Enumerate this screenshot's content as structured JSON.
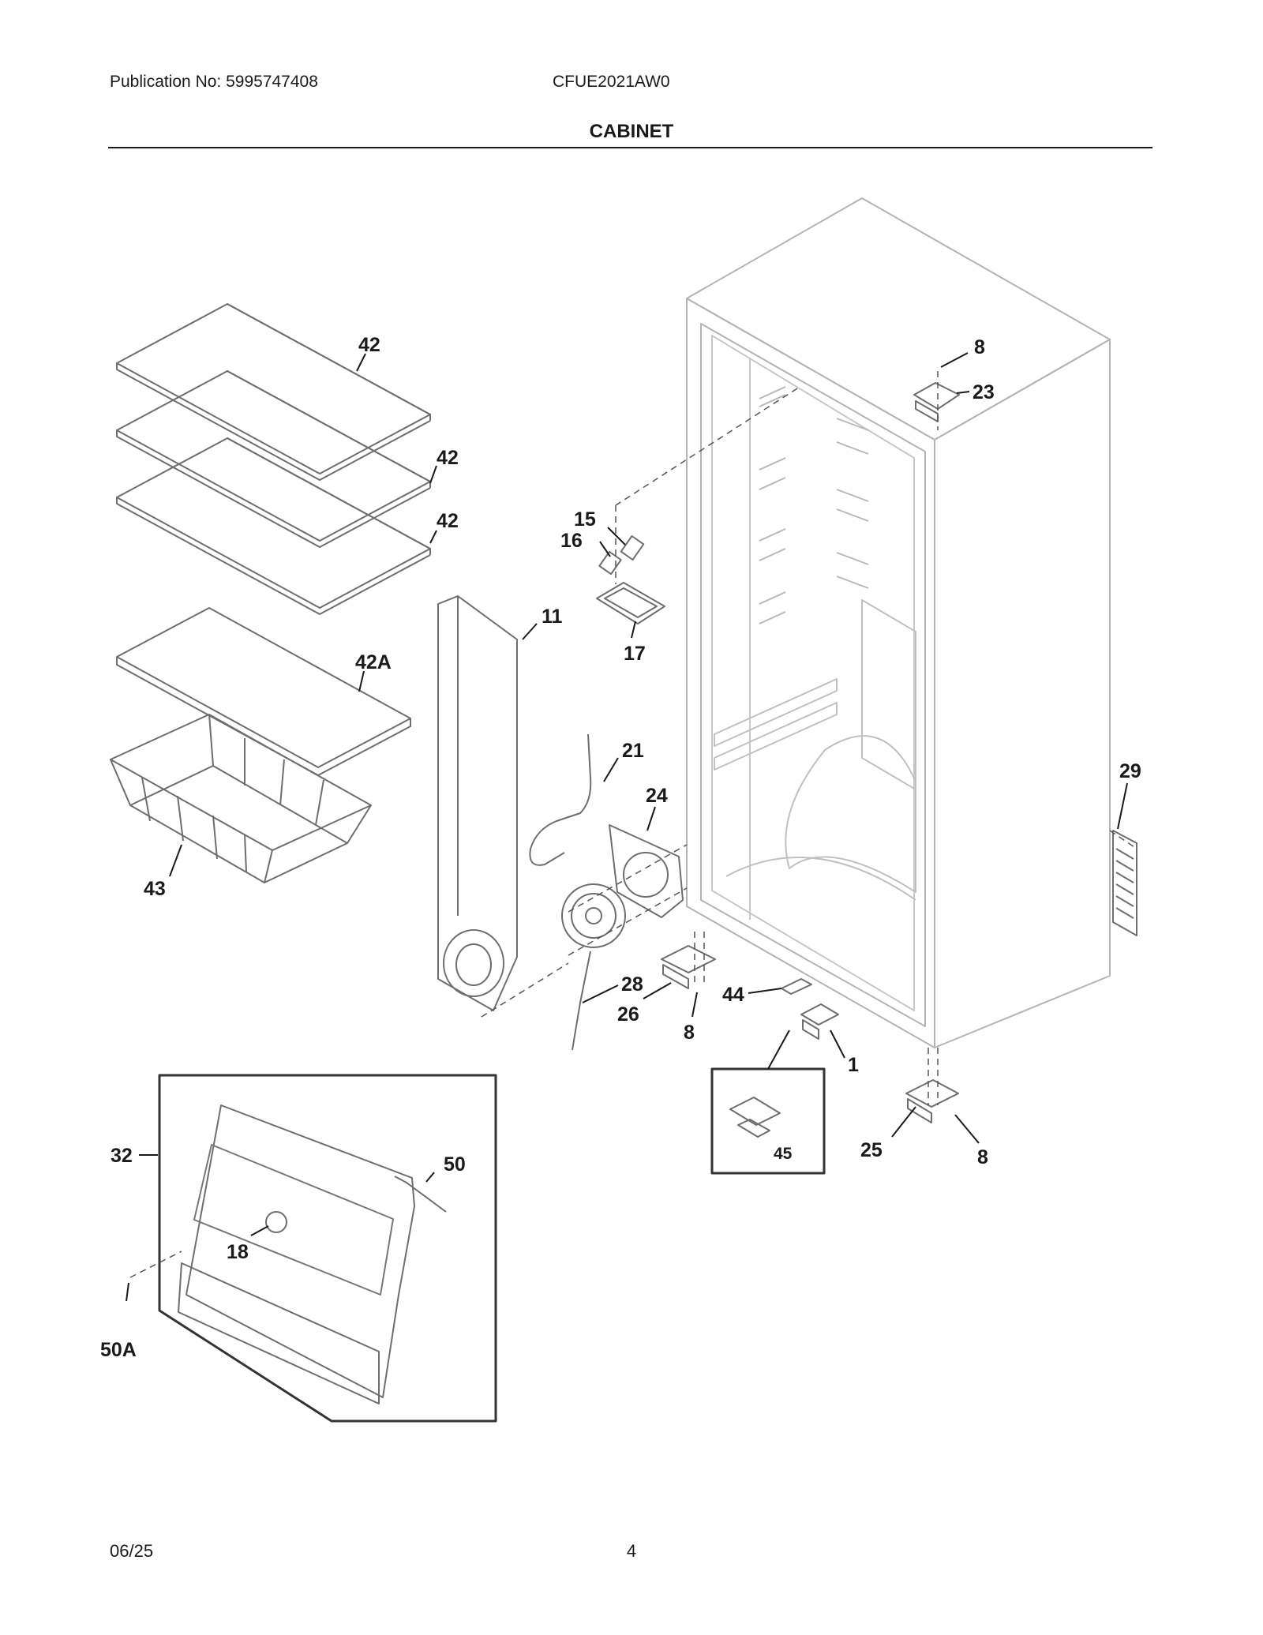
{
  "header": {
    "publication": "Publication No: 5995747408",
    "model": "CFUE2021AW0",
    "section": "CABINET"
  },
  "footer": {
    "date": "06/25",
    "page": "4"
  },
  "part_labels": {
    "p42a": "42",
    "p42b": "42",
    "p42c": "42",
    "p42A": "42A",
    "p43": "43",
    "p11": "11",
    "p15": "15",
    "p16": "16",
    "p17": "17",
    "p21": "21",
    "p24": "24",
    "p28": "28",
    "p26": "26",
    "p8a": "8",
    "p8b": "8",
    "p8c": "8",
    "p23": "23",
    "p44": "44",
    "p1": "1",
    "p45": "45",
    "p25": "25",
    "p29": "29",
    "p32": "32",
    "p50": "50",
    "p18": "18",
    "p50A": "50A"
  }
}
